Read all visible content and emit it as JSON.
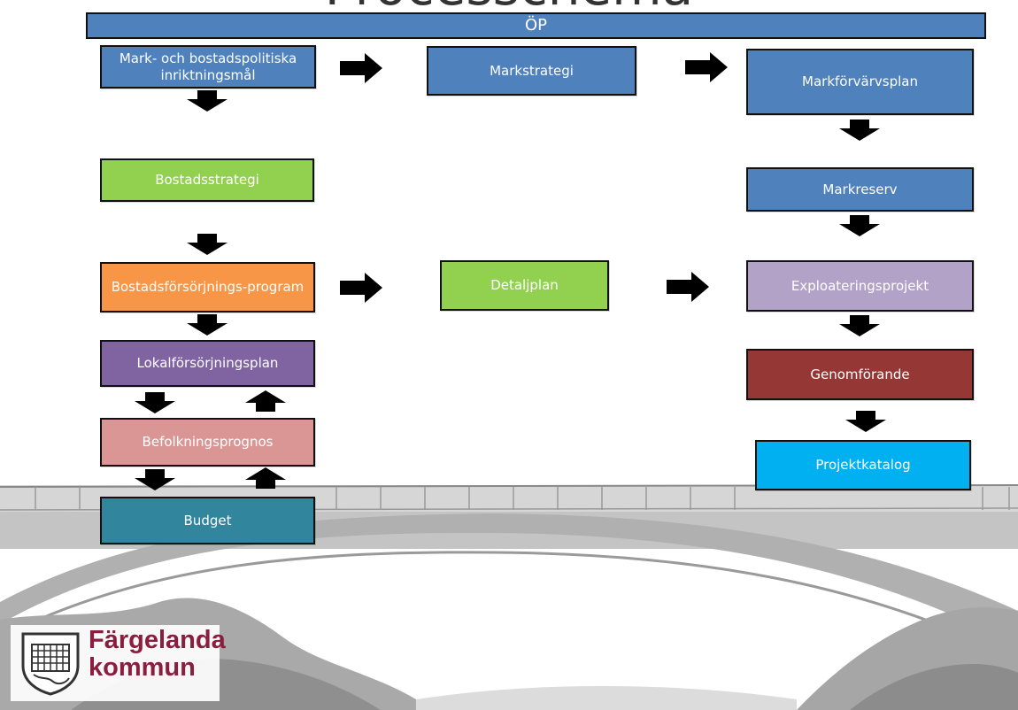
{
  "title": "Processchema",
  "top_bar": "ÖP",
  "boxes": {
    "mark_bostad": "Mark- och bostadspolitiska inriktningsmål",
    "markstrategi": "Markstrategi",
    "markforvarvsplan": "Markförvärvsplan",
    "bostadsstrategi": "Bostadsstrategi",
    "markreserv": "Markreserv",
    "bostadsforsorjning": "Bostadsförsörjnings-program",
    "detaljplan": "Detaljplan",
    "exploateringsprojekt": "Exploateringsprojekt",
    "lokalforsorjningsplan": "Lokalförsörjningsplan",
    "genomforande": "Genomförande",
    "befolkningsprognos": "Befolkningsprognos",
    "projektkatalog": "Projektkatalog",
    "budget": "Budget"
  },
  "colors": {
    "blue": "#4f81bd",
    "green": "#92d050",
    "orange": "#f79646",
    "purple": "#8064a2",
    "pink": "#d99694",
    "teal": "#31859c",
    "lilac": "#b3a2c7",
    "maroon": "#953735",
    "cyan": "#00b0f0",
    "logo_text": "#8b1e3f"
  },
  "logo": {
    "line1": "Färgelanda",
    "line2": "kommun",
    "icon": "municipal-shield-icon"
  }
}
